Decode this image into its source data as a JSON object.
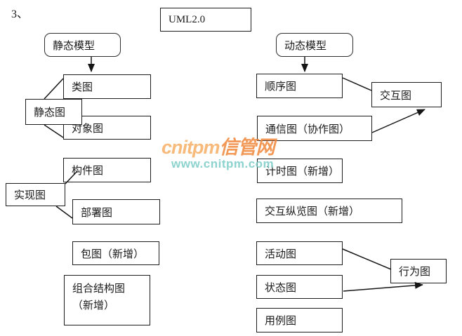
{
  "page": {
    "numbering": "3、"
  },
  "root": {
    "label": "UML2.0"
  },
  "models": {
    "static": {
      "label": "静态模型"
    },
    "dynamic": {
      "label": "动态模型"
    }
  },
  "groups": {
    "static_diagrams": {
      "label": "静态图"
    },
    "implementation_diagrams": {
      "label": "实现图"
    },
    "interaction_diagrams": {
      "label": "交互图"
    },
    "behavior_diagrams": {
      "label": "行为图"
    }
  },
  "diagrams": {
    "class": {
      "label": "类图"
    },
    "object": {
      "label": "对象图"
    },
    "component": {
      "label": "构件图"
    },
    "deployment": {
      "label": "部署图"
    },
    "package": {
      "label": "包图（新增）"
    },
    "composite_structure": {
      "label": "组合结构图",
      "label2": "（新增）"
    },
    "sequence": {
      "label": "顺序图"
    },
    "communication": {
      "label": "通信图（协作图）"
    },
    "timing": {
      "label": "计时图（新增）"
    },
    "interaction_overview": {
      "label": "交互纵览图（新增）"
    },
    "activity": {
      "label": "活动图"
    },
    "state": {
      "label": "状态图"
    },
    "use_case": {
      "label": "用例图"
    }
  },
  "watermark": {
    "brand_latin": "cnitpm",
    "brand_cn": "信管网",
    "url": "www.cnitpm.com",
    "brand_color_latin": "#F6AE63",
    "brand_color_cn": "#F0883C",
    "url_color": "#79CBC6"
  }
}
